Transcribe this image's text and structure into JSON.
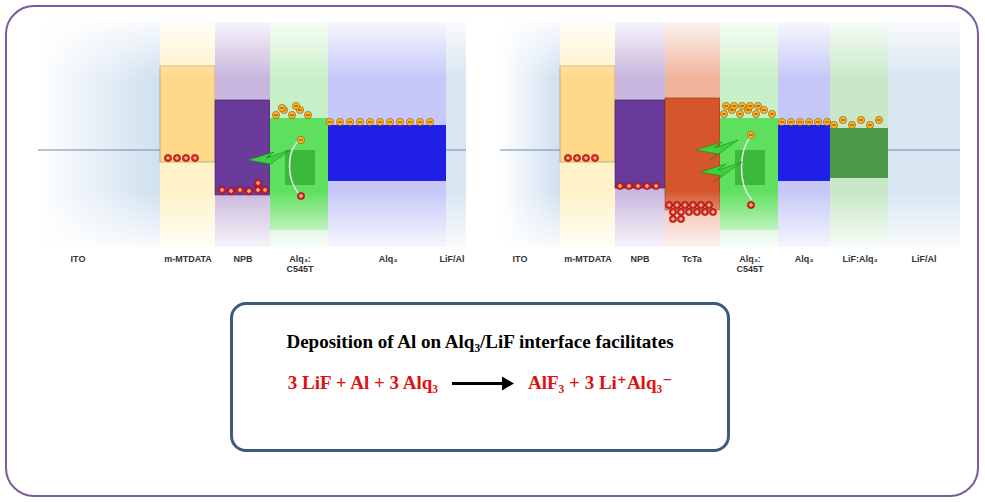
{
  "diagram": {
    "nodes": [
      {
        "text": [
          "Deposition of Al on Alq₃/LiF interface facilitates",
          "3 LiF + Al + 3 Alq₃",
          "AlF₃ + 3 Li⁺Alq₃⁻"
        ]
      }
    ],
    "labels": [
      "ITO",
      "m-MTDATA",
      "NPB",
      "Alq₃: C545T",
      "Alq₃",
      "LiF/Al",
      "ITO",
      "m-MTDATA",
      "NPB",
      "TcTa",
      "Alq₃: C545T",
      "Alq₃",
      "LiF:Alq₃",
      "LiF/Al"
    ]
  }
}
